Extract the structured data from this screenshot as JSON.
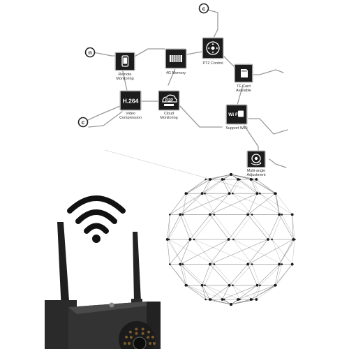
{
  "colors": {
    "background": "#ffffff",
    "tile": "#1c1c1c",
    "tile_border": "#ffffff",
    "connector": "#9a9a9a",
    "node": "#1a1a1a",
    "camera_body": "#2b2b2b",
    "wifi_icon": "#111111"
  },
  "features": [
    {
      "id": "remote-monitoring",
      "icon": "phone-icon",
      "label_line1": "Remote",
      "label_line2": "Monitoring"
    },
    {
      "id": "4g-memory",
      "icon": "memory-chip-icon",
      "label_line1": "4G Memory",
      "label_line2": ""
    },
    {
      "id": "ptz-control",
      "icon": "ptz-dpad-icon",
      "label_line1": "PTZ Control",
      "label_line2": ""
    },
    {
      "id": "tf-card",
      "icon": "sd-card-icon",
      "label_line1": "TF Card",
      "label_line2": "Available"
    },
    {
      "id": "video-compression",
      "icon": "h264-icon",
      "icon_text": "H.264",
      "label_line1": "Video",
      "label_line2": "Compression"
    },
    {
      "id": "cloud-monitoring",
      "icon": "p2p-icon",
      "icon_text": "P2P",
      "label_line1": "Cloud",
      "label_line2": "Monitoring"
    },
    {
      "id": "support-wifi",
      "icon": "wifi-badge-icon",
      "icon_text": "Wi Fi",
      "label_line1": "Support WiFi",
      "label_line2": ""
    },
    {
      "id": "multi-angle",
      "icon": "rotate-camera-icon",
      "label_line1": "Multi-angle",
      "label_line2": "Adjustment"
    }
  ],
  "connector_end_marks": [
    {
      "id": "c-mark-top",
      "icon": "copyright-circle-icon",
      "text": "c"
    },
    {
      "id": "n-mark-left",
      "icon": "n-circle-icon",
      "text": "n"
    },
    {
      "id": "c-mark-left",
      "icon": "copyright-circle-icon",
      "text": "c"
    }
  ],
  "scene": {
    "camera": "outdoor-bullet-camera",
    "antennas": 2,
    "wifi_symbol": "wifi-icon",
    "globe": "network-sphere"
  }
}
